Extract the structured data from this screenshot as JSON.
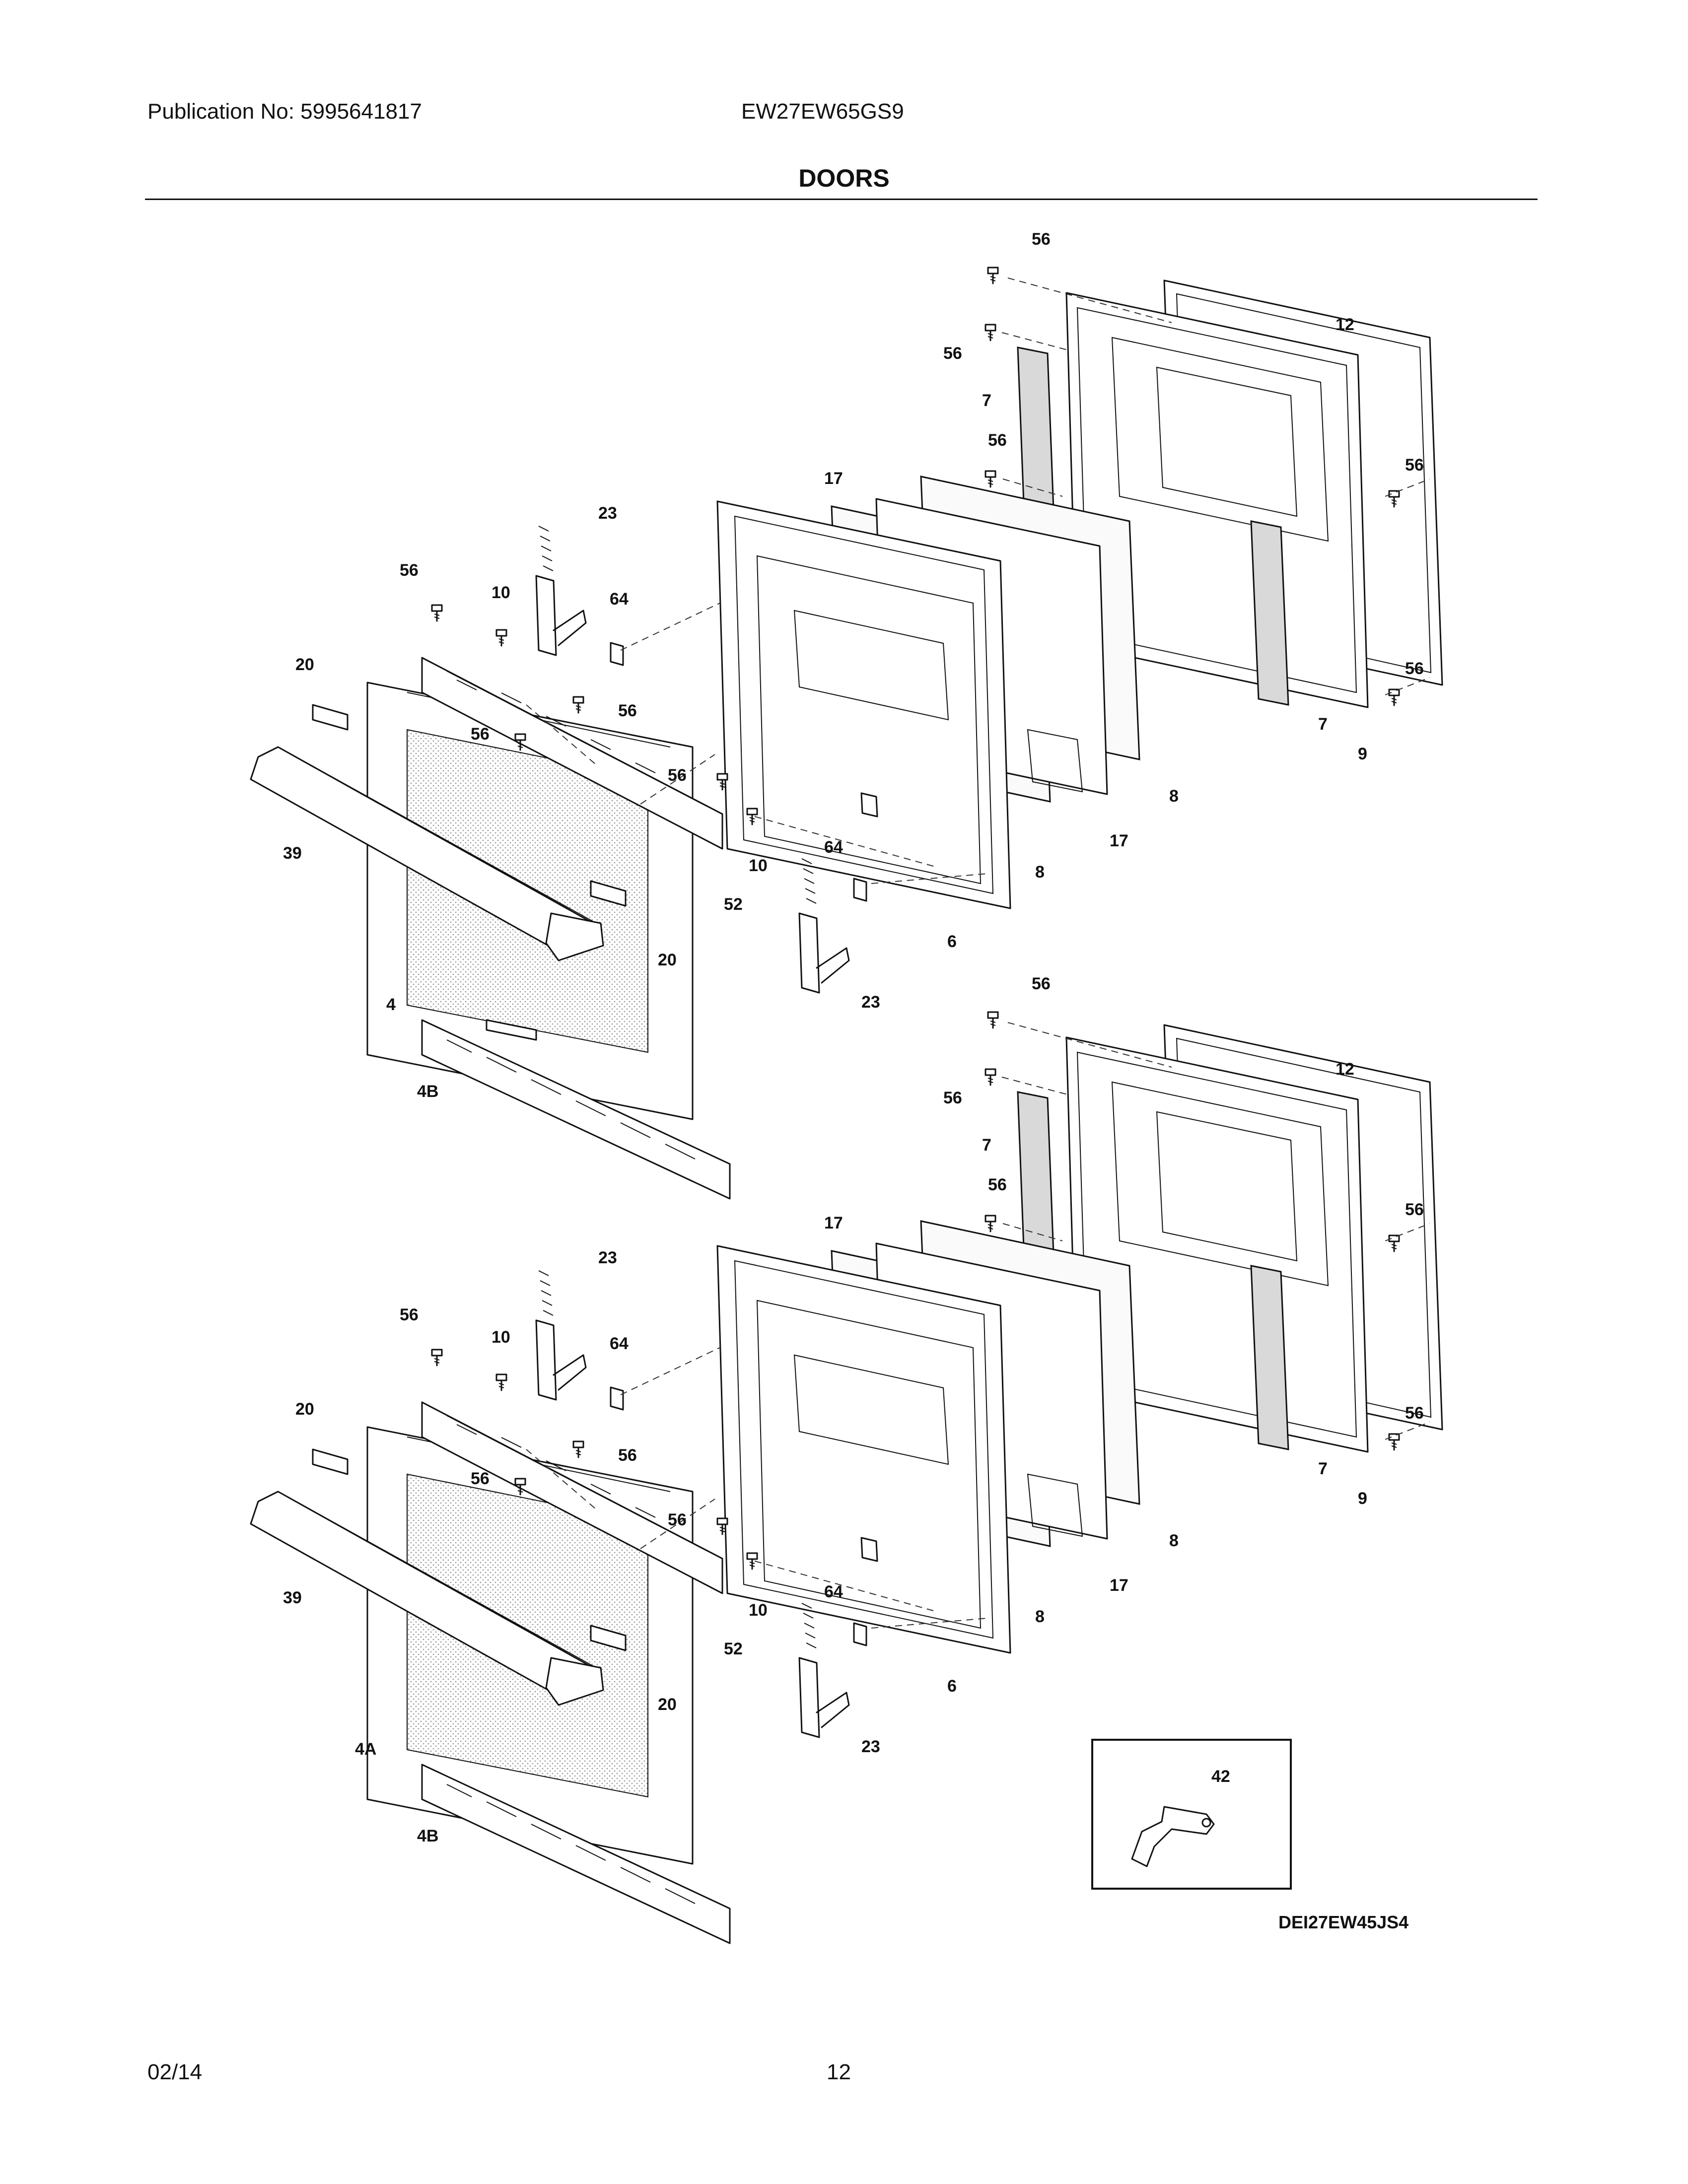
{
  "header": {
    "publication": "Publication No: 5995641817",
    "model": "EW27EW65GS9",
    "title": "DOORS"
  },
  "footer": {
    "date": "02/14",
    "page": "12"
  },
  "diagram": {
    "code": "DEI27EW45JS4",
    "upper_callouts": {
      "c56a": "56",
      "c12": "12",
      "c56b": "56",
      "c7a": "7",
      "c56c": "56",
      "c56d": "56",
      "c17a": "17",
      "c23a": "23",
      "c56e": "56",
      "c10a": "10",
      "c64a": "64",
      "c20a": "20",
      "c56f": "56",
      "c56g": "56",
      "c56h": "56",
      "c56i": "56",
      "c7b": "7",
      "c9": "9",
      "c8a": "8",
      "c17b": "17",
      "c8b": "8",
      "c39": "39",
      "c10b": "10",
      "c64b": "64",
      "c52": "52",
      "c20b": "20",
      "c6": "6",
      "c23b": "23",
      "c4": "4",
      "c4b": "4B"
    },
    "lower_callouts": {
      "c56a": "56",
      "c12": "12",
      "c56b": "56",
      "c7a": "7",
      "c56c": "56",
      "c56d": "56",
      "c17a": "17",
      "c23a": "23",
      "c56e": "56",
      "c10a": "10",
      "c64a": "64",
      "c20a": "20",
      "c56f": "56",
      "c56g": "56",
      "c56h": "56",
      "c56i": "56",
      "c7b": "7",
      "c9": "9",
      "c8a": "8",
      "c17b": "17",
      "c8b": "8",
      "c39": "39",
      "c10b": "10",
      "c64b": "64",
      "c52": "52",
      "c20b": "20",
      "c6": "6",
      "c23b": "23",
      "c4a": "4A",
      "c4b": "4B"
    },
    "inset_callout": "42"
  }
}
